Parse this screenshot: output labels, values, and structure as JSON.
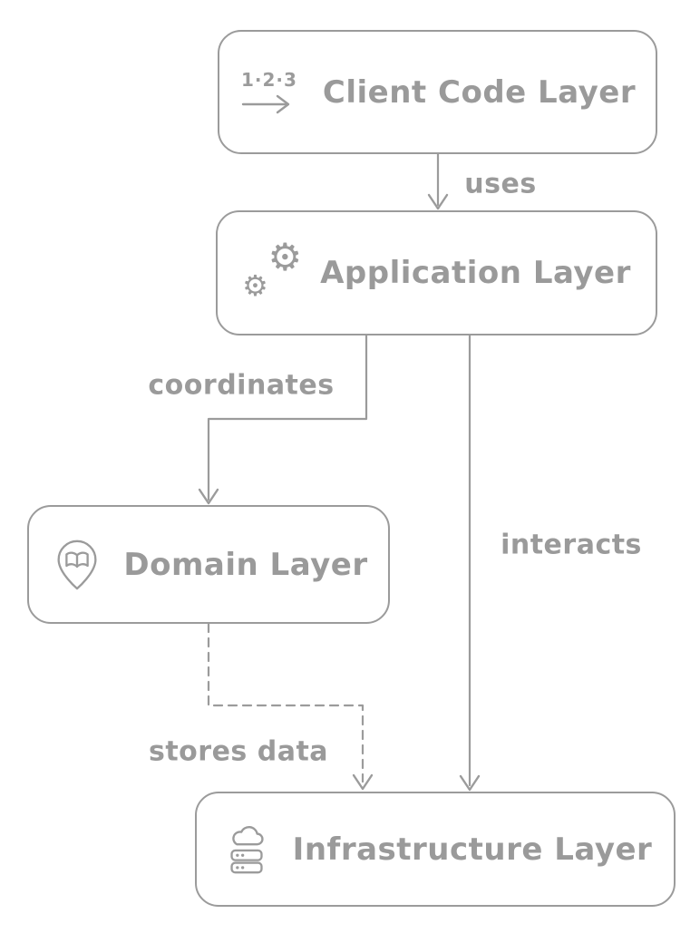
{
  "diagram": {
    "background_color": "#ffffff",
    "stroke_color": "#9b9b9b",
    "text_color": "#9a9a9a",
    "nodes": [
      {
        "id": "client-code-layer",
        "label": "Client Code Layer",
        "icon": "steps-123-icon"
      },
      {
        "id": "application-layer",
        "label": "Application Layer",
        "icon": "gears-icon"
      },
      {
        "id": "domain-layer",
        "label": "Domain Layer",
        "icon": "book-pin-icon"
      },
      {
        "id": "infrastructure-layer",
        "label": "Infrastructure Layer",
        "icon": "cloud-server-icon"
      }
    ],
    "edges": [
      {
        "from": "client-code-layer",
        "to": "application-layer",
        "label": "uses",
        "style": "solid"
      },
      {
        "from": "application-layer",
        "to": "domain-layer",
        "label": "coordinates",
        "style": "solid"
      },
      {
        "from": "application-layer",
        "to": "infrastructure-layer",
        "label": "interacts",
        "style": "solid"
      },
      {
        "from": "domain-layer",
        "to": "infrastructure-layer",
        "label": "stores data",
        "style": "dashed"
      }
    ],
    "icons": {
      "steps_text": "1·2·3",
      "gear_glyph": "⚙"
    }
  }
}
